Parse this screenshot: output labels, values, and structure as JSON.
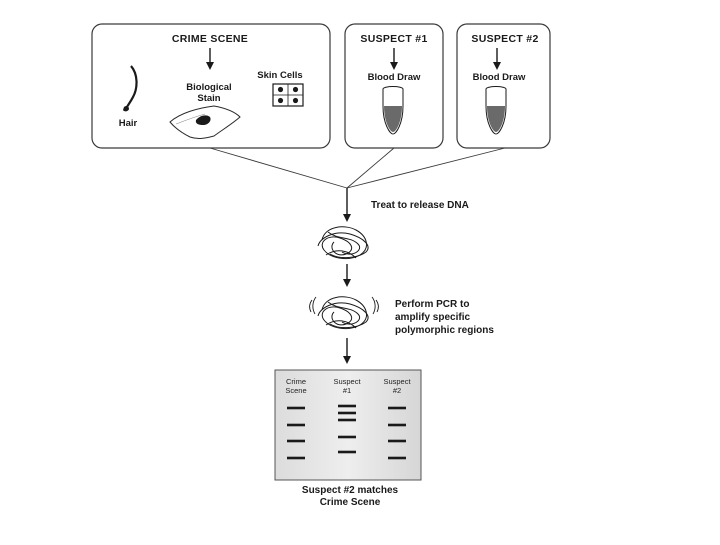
{
  "panels": {
    "crime_scene": {
      "title": "CRIME SCENE",
      "items": [
        "Hair",
        "Biological",
        "Stain",
        "Skin Cells"
      ]
    },
    "suspect1": {
      "title": "SUSPECT #1",
      "item": "Blood Draw"
    },
    "suspect2": {
      "title": "SUSPECT #2",
      "item": "Blood Draw"
    }
  },
  "steps": {
    "release": "Treat to release DNA",
    "pcr_lines": [
      "Perform PCR to",
      "amplify specific",
      "polymorphic regions"
    ]
  },
  "gel": {
    "lanes": [
      {
        "label_lines": [
          "Crime",
          "Scene"
        ],
        "bands": 4
      },
      {
        "label_lines": [
          "Suspect",
          "#1"
        ],
        "bands": 5
      },
      {
        "label_lines": [
          "Suspect",
          "#2"
        ],
        "bands": 4
      }
    ]
  },
  "result_lines": [
    "Suspect #2 matches",
    "Crime Scene"
  ]
}
